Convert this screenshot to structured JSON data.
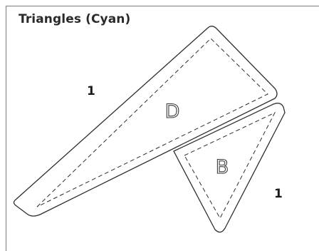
{
  "title": "Triangles (Cyan)",
  "pieces": [
    {
      "id": "D",
      "label": "D",
      "quantity": "1"
    },
    {
      "id": "B",
      "label": "B",
      "quantity": "1"
    }
  ],
  "colors": {
    "line": "#2e2e2e",
    "background": "#ffffff",
    "frame": "#7a7a7a"
  }
}
